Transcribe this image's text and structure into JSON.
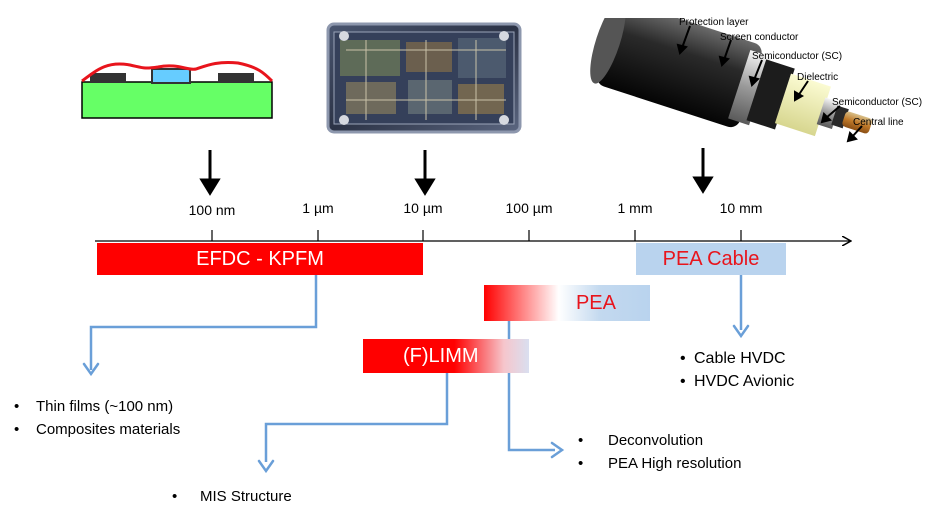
{
  "axis": {
    "ticks": [
      {
        "label": "100 nm"
      },
      {
        "label": "1 µm"
      },
      {
        "label": "10 µm"
      },
      {
        "label": "100 µm"
      },
      {
        "label": "1 mm"
      },
      {
        "label": "10 mm"
      }
    ]
  },
  "bars": {
    "efdc": "EFDC - KPFM",
    "pea_cable": "PEA Cable",
    "pea": "PEA",
    "flimm": "(F)LIMM"
  },
  "lists": {
    "thin_films": [
      "Thin films (~100 nm)",
      "Composites materials"
    ],
    "mis": [
      "MIS Structure"
    ],
    "pea": [
      "Deconvolution",
      "PEA High resolution"
    ],
    "cable": [
      "Cable HVDC",
      "HVDC Avionic"
    ]
  },
  "cable_labels": {
    "protection": "Protection layer",
    "screen": "Screen conductor",
    "sc1": "Semiconductor (SC)",
    "dielectric": "Dielectric",
    "sc2": "Semiconductor (SC)",
    "central": "Central line"
  },
  "colors": {
    "red": "#ff0000",
    "light_blue": "#b9d3ee",
    "connector_blue": "#6a9fd8",
    "green": "#66ff66"
  }
}
